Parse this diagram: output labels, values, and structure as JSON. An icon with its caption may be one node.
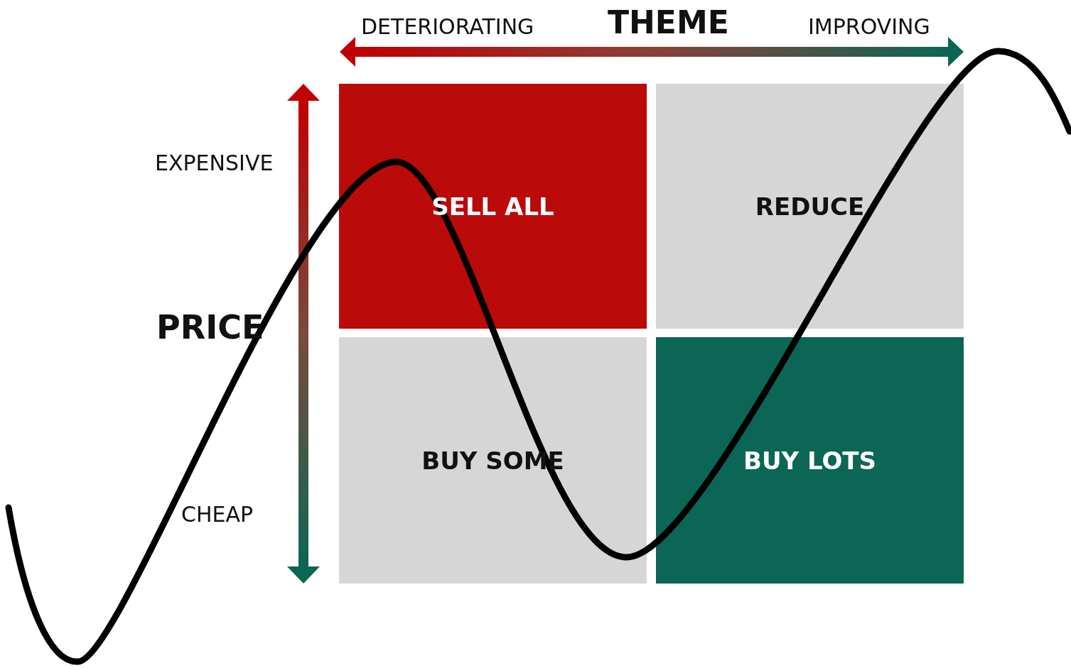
{
  "diagram": {
    "nodes": [
      {
        "text": [
          "SELL ALL"
        ]
      },
      {
        "text": [
          "REDUCE"
        ]
      },
      {
        "text": [
          "BUY SOME"
        ]
      },
      {
        "text": [
          "BUY LOTS"
        ]
      }
    ],
    "labels": [
      "DETERIORATING",
      "THEME",
      "IMPROVING",
      "EXPENSIVE",
      "PRICE",
      "CHEAP"
    ]
  }
}
